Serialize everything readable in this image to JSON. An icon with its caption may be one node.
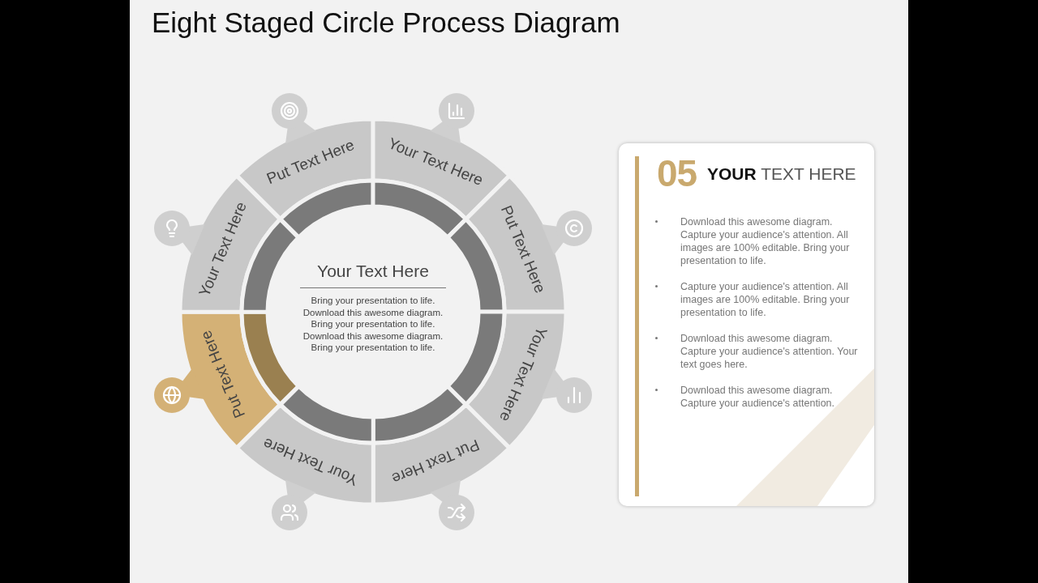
{
  "diagram": {
    "title": "Eight Staged Circle Process Diagram",
    "nodes": [
      {
        "text": [
          "Put Text Here"
        ]
      },
      {
        "text": [
          "Your Text Here"
        ]
      },
      {
        "text": [
          "Put Text Here"
        ]
      },
      {
        "text": [
          "Your Text Here"
        ]
      },
      {
        "text": [
          "Put Text Here"
        ]
      },
      {
        "text": [
          "Your Text Here"
        ]
      },
      {
        "text": [
          "Put Text Here"
        ]
      },
      {
        "text": [
          "Your Text Here"
        ]
      },
      {
        "text": [
          "Your Text Here",
          "Bring your presentation to life. Download this awesome diagram. Bring your presentation to life. Download this awesome diagram. Bring your presentation to life."
        ]
      },
      {
        "text": [
          "05",
          "**YOUR** TEXT HERE",
          "Download this awesome diagram. Capture your audience's attention. All images are 100% editable. Bring your presentation to life.",
          "Capture your audience's attention. All images are 100% editable. Bring your presentation to life.",
          "Download this awesome diagram. Capture your audience's attention. Your text goes here.",
          "Download this awesome diagram. Capture your audience's attention."
        ]
      }
    ]
  }
}
